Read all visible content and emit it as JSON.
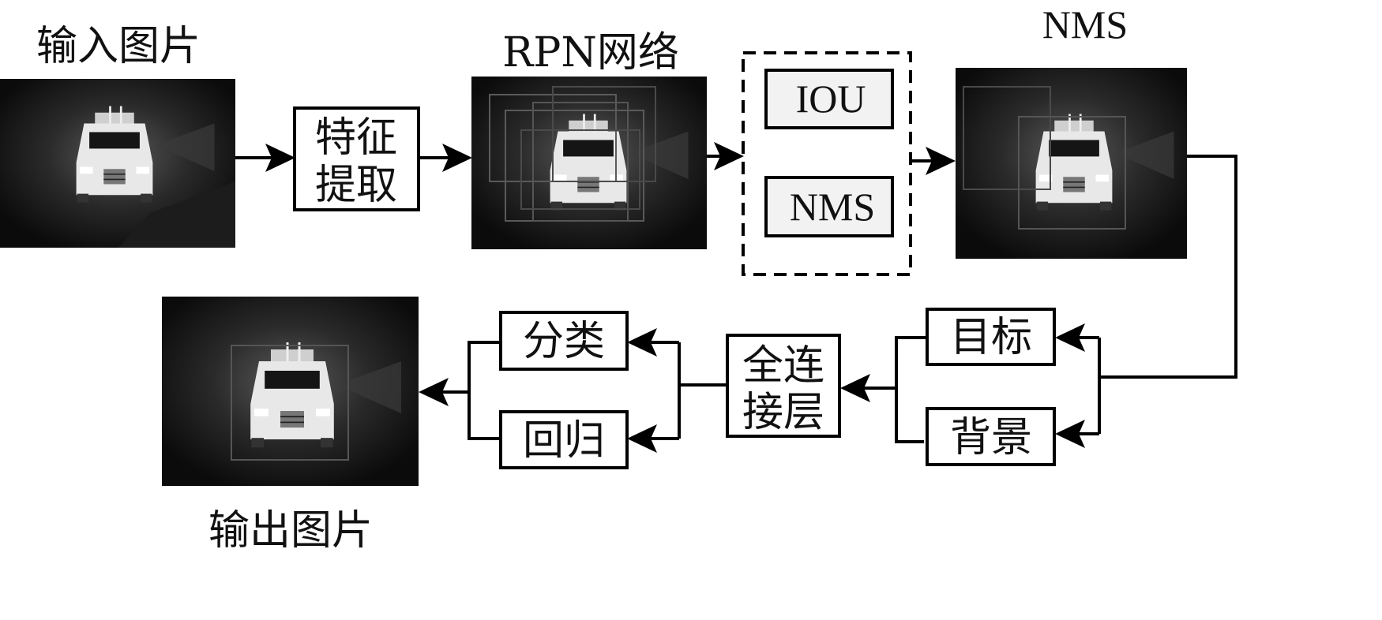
{
  "captions": {
    "input": "输入图片",
    "rpn": "RPN网络",
    "nms_top": "NMS",
    "output": "输出图片"
  },
  "boxes": {
    "feature_line1": "特征",
    "feature_line2": "提取",
    "iou": "IOU",
    "nms": "NMS",
    "target": "目标",
    "background": "背景",
    "fc_line1": "全连",
    "fc_line2": "接层",
    "classify": "分类",
    "regress": "回归"
  }
}
